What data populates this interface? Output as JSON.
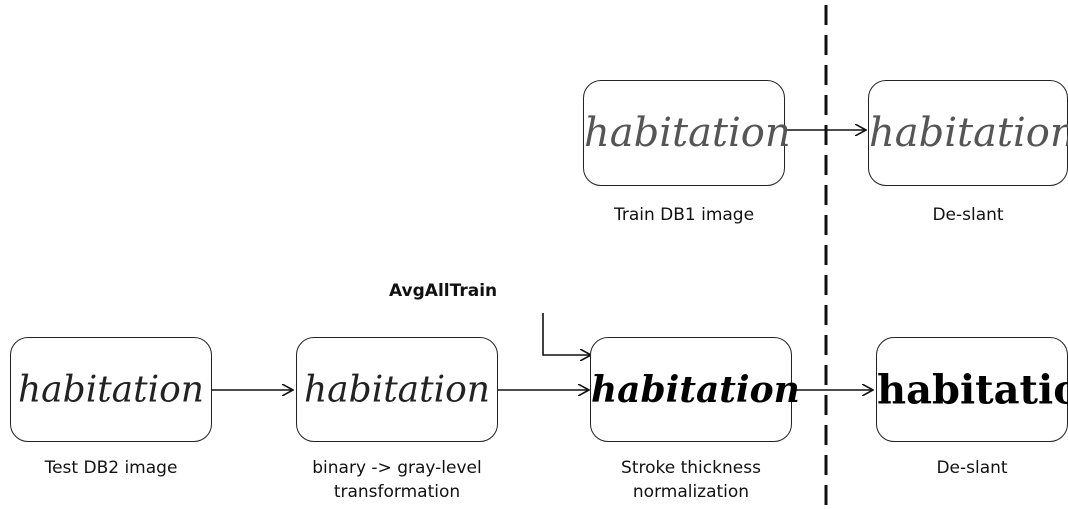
{
  "top_row": {
    "train_image": {
      "word": "habitation",
      "caption": "Train DB1 image"
    },
    "deslant": {
      "word": "habitation",
      "caption": "De-slant"
    }
  },
  "bottom_row": {
    "test_image": {
      "word": "habitation",
      "caption": "Test DB2 image"
    },
    "gray_level": {
      "word": "habitation",
      "caption_line1": "binary -> gray-level",
      "caption_line2": "transformation"
    },
    "stroke_norm": {
      "word": "habitation",
      "caption_line1": "Stroke thickness",
      "caption_line2": "normalization"
    },
    "deslant": {
      "word": "habitation",
      "caption": "De-slant"
    }
  },
  "input_label": "AvgAllTrain"
}
